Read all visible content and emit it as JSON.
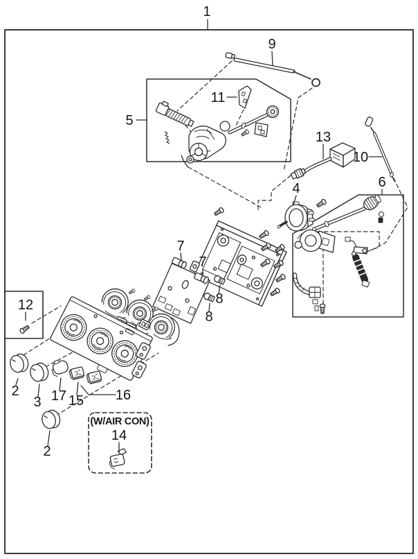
{
  "colors": {
    "background": "#ffffff",
    "line": "#2b2b2b",
    "label": "#151515"
  },
  "callouts": {
    "c1": "1",
    "c9": "9",
    "c5": "5",
    "c11": "11",
    "c13": "13",
    "c10": "10",
    "c6": "6",
    "c4": "4",
    "c7a": "7",
    "c7b": "7",
    "c8a": "8",
    "c8b": "8",
    "c12": "12",
    "c2a": "2",
    "c3": "3",
    "c17": "17",
    "c15": "15",
    "c16": "16",
    "c2b": "2",
    "c14": "14"
  },
  "annotations": {
    "air_con_note": "(W/AIR CON)"
  }
}
